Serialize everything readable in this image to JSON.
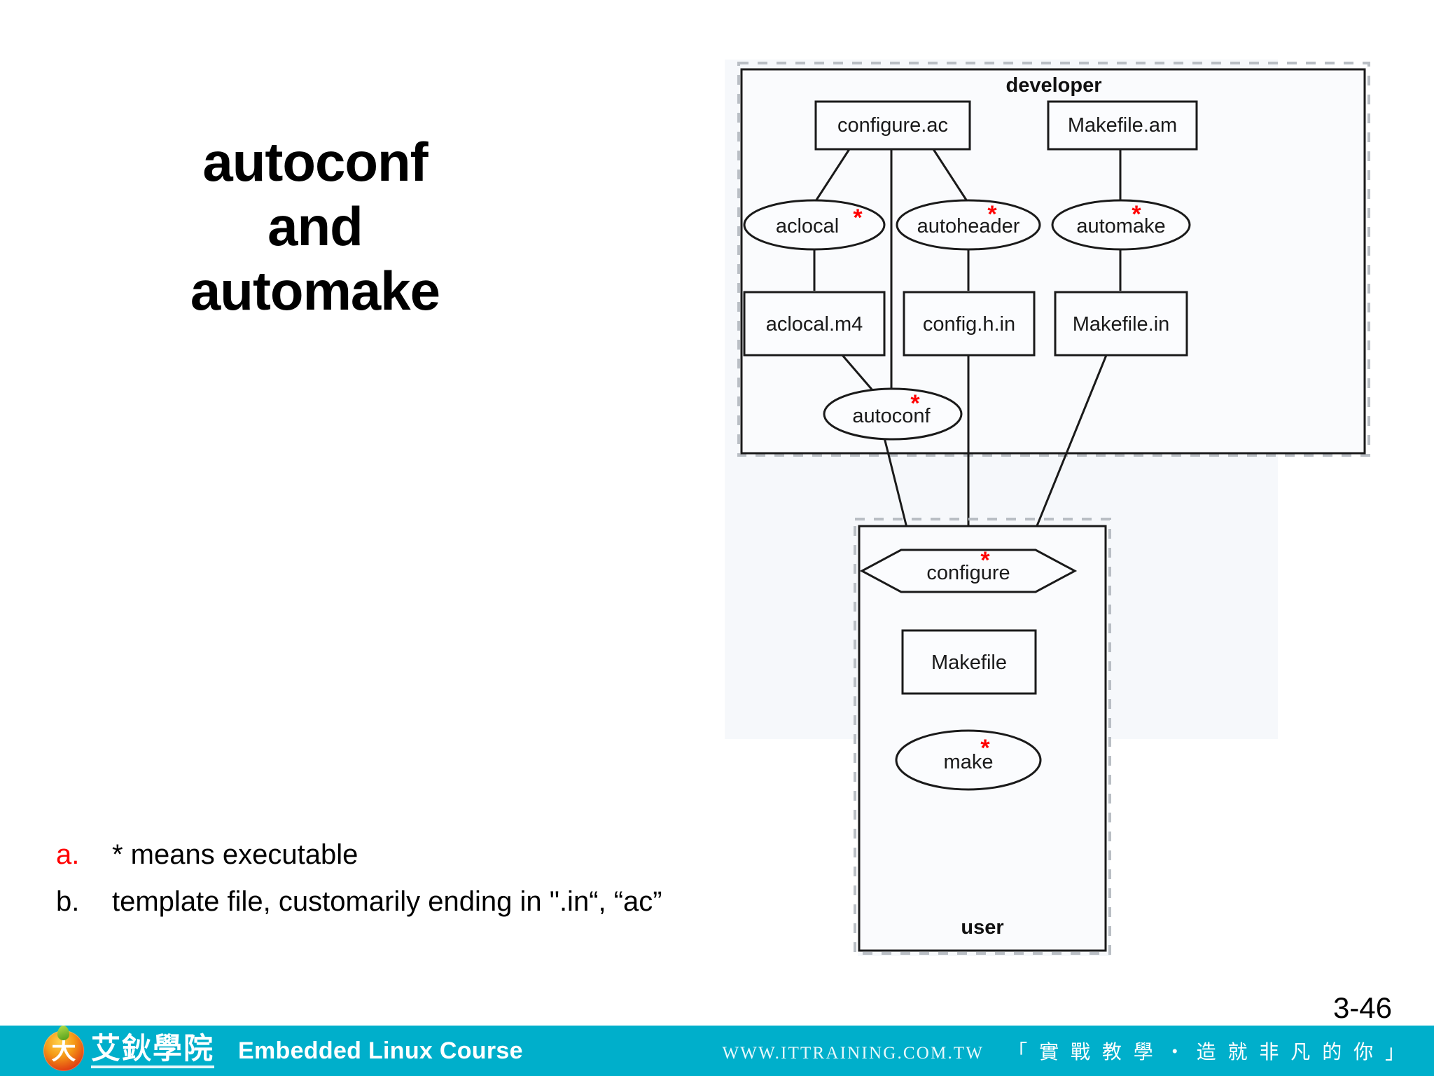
{
  "slide": {
    "title_lines": [
      "autoconf",
      "and",
      "automake"
    ],
    "page_number": "3-46"
  },
  "bullets": [
    {
      "marker": "a.",
      "marker_color": "#ff0000",
      "text": "* means executable"
    },
    {
      "marker": "b.",
      "marker_color": "#000000",
      "text": "template file, customarily ending in \".in“, “ac”"
    }
  ],
  "diagram": {
    "groups": {
      "developer_label": "developer",
      "user_label": "user"
    },
    "nodes": {
      "configure_ac": "configure.ac",
      "makefile_am": "Makefile.am",
      "aclocal": "aclocal",
      "autoheader": "autoheader",
      "automake": "automake",
      "aclocal_m4": "aclocal.m4",
      "config_h_in": "config.h.in",
      "makefile_in": "Makefile.in",
      "autoconf": "autoconf",
      "configure": "configure",
      "makefile": "Makefile",
      "make": "make"
    },
    "executable_marker": "*",
    "marker_color": "#ff0000"
  },
  "footer": {
    "logo_glyph": "大",
    "logo_cn": "艾鈥學院",
    "course": "Embedded Linux Course",
    "url": "WWW.ITTRAINING.COM.TW",
    "slogan": "「 實 戰 教 學 ・ 造 就 非 凡 的 你 」"
  }
}
